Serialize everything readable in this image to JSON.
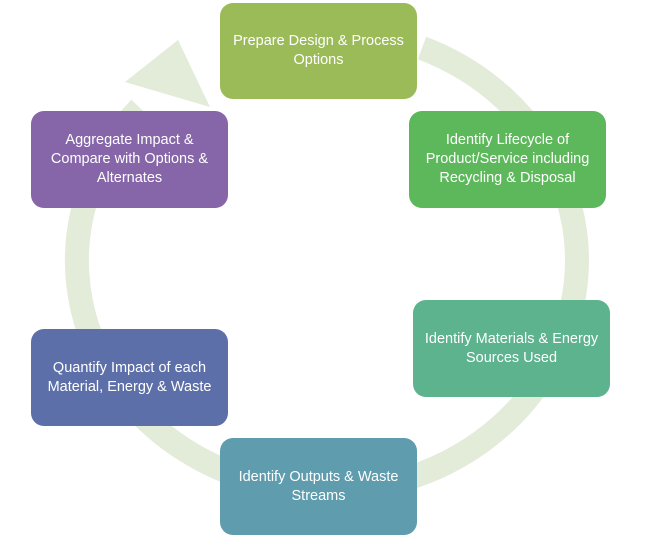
{
  "colors": {
    "ring": "#e3ebd9",
    "prepare": "#9bbb59",
    "lifecycle": "#5db85b",
    "materials": "#5cb38e",
    "outputs": "#5f9cad",
    "quantify": "#5d6fa8",
    "aggregate": "#8665a8"
  },
  "nodes": [
    {
      "label": "Prepare Design & Process Options",
      "color": "#9bbb59"
    },
    {
      "label": "Identify Lifecycle of Product/Service including Recycling & Disposal",
      "color": "#5db85b"
    },
    {
      "label": "Identify Materials & Energy Sources Used",
      "color": "#5cb38e"
    },
    {
      "label": "Identify Outputs & Waste Streams",
      "color": "#5f9cad"
    },
    {
      "label": "Quantify Impact of each Material, Energy & Waste",
      "color": "#5d6fa8"
    },
    {
      "label": "Aggregate Impact & Compare with Options & Alternates",
      "color": "#8665a8"
    }
  ]
}
